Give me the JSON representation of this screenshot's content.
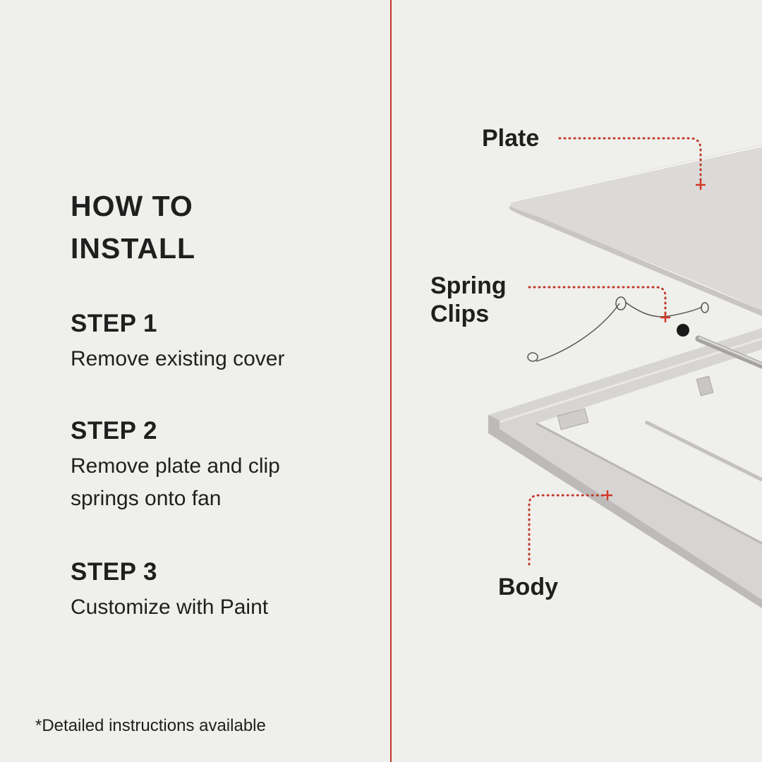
{
  "heading": {
    "line1": "HOW TO",
    "line2": "INSTALL"
  },
  "steps": [
    {
      "title": "STEP 1",
      "text": "Remove existing cover"
    },
    {
      "title": "STEP 2",
      "text_line1": "Remove plate and clip",
      "text_line2": "springs onto fan"
    },
    {
      "title": "STEP 3",
      "text": "Customize with Paint"
    }
  ],
  "footnote": "*Detailed instructions available",
  "diagram_labels": {
    "plate": "Plate",
    "spring_line1": "Spring",
    "spring_line2": "Clips",
    "body": "Body"
  },
  "colors": {
    "background": "#efefeb",
    "accent": "#c0392b",
    "text": "#1f1f1f",
    "part": "#d9d7d6"
  }
}
